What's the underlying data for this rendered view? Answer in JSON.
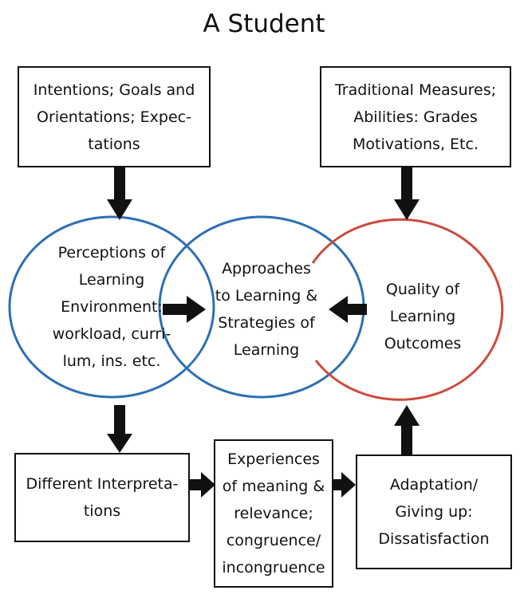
{
  "title": "A Student",
  "boxes": {
    "intentions": [
      "Intentions; Goals and",
      "Orientations; Expec-",
      "tations"
    ],
    "traditional": [
      "Traditional Measures;",
      "Abilities: Grades",
      "Motivations, Etc."
    ],
    "interpretations": [
      "Different Interpreta-",
      "tions"
    ],
    "experiences": [
      "Experiences",
      "of meaning &",
      "relevance;",
      "congruence/",
      "incongruence"
    ],
    "adaptation": [
      "Adaptation/",
      "Giving up:",
      "Dissatisfaction"
    ]
  },
  "circles": {
    "perceptions": [
      "Perceptions of",
      "Learning",
      "Environment:",
      "workload, curri-",
      "lum, ins. etc."
    ],
    "approaches": [
      "Approaches",
      "to Learning &",
      "Strategies of",
      "Learning"
    ],
    "quality": [
      "Quality of",
      "Learning",
      "Outcomes"
    ]
  },
  "colors": {
    "blue_circle": "#2e6fb5",
    "red_circle": "#cc4b3c",
    "line": "#111111"
  }
}
